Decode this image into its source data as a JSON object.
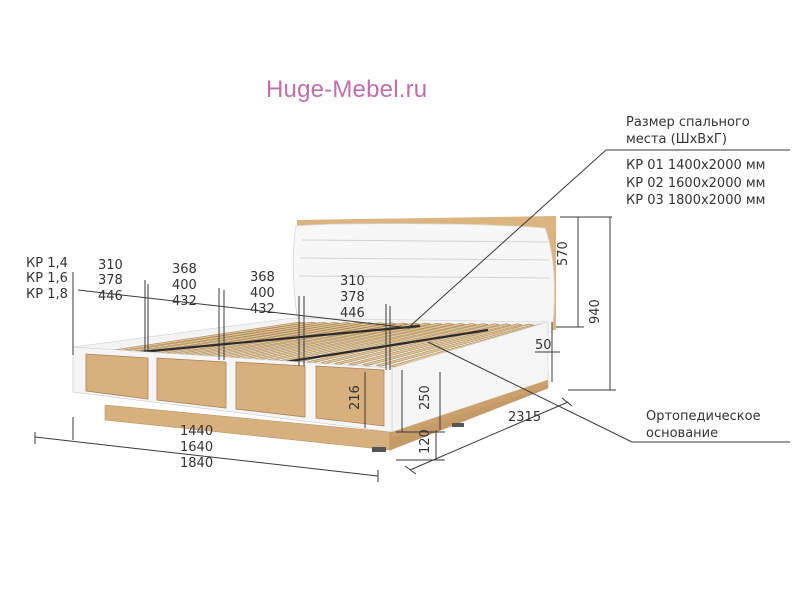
{
  "watermark": "Huge-Mebel.ru",
  "sleep_size": {
    "title_line1": "Размер спального",
    "title_line2": "места (ШхВхГ)",
    "rows": [
      "КР 01  1400х2000 мм",
      "КР 02  1600х2000 мм",
      "КР 03  1800х2000 мм"
    ]
  },
  "models": [
    "КР 1,4",
    "КР 1,6",
    "КР 1,8"
  ],
  "columns": {
    "c1": [
      "310",
      "378",
      "446"
    ],
    "c2": [
      "368",
      "400",
      "432"
    ],
    "c3": [
      "368",
      "400",
      "432"
    ],
    "c4": [
      "310",
      "378",
      "446"
    ]
  },
  "widths": [
    "1440",
    "1640",
    "1840"
  ],
  "dims": {
    "d570": "570",
    "d940": "940",
    "d50": "50",
    "d216": "216",
    "d250": "250",
    "d120": "120",
    "d2315": "2315"
  },
  "ortho": {
    "line1": "Ортопедическое",
    "line2": "основание"
  },
  "colors": {
    "oak": "#d8b07e",
    "oak_dark": "#c69a66",
    "white_panel": "#f6f6f6",
    "slat": "#e3c592",
    "line": "#3a3a3a",
    "watermark": "#c06fae"
  }
}
